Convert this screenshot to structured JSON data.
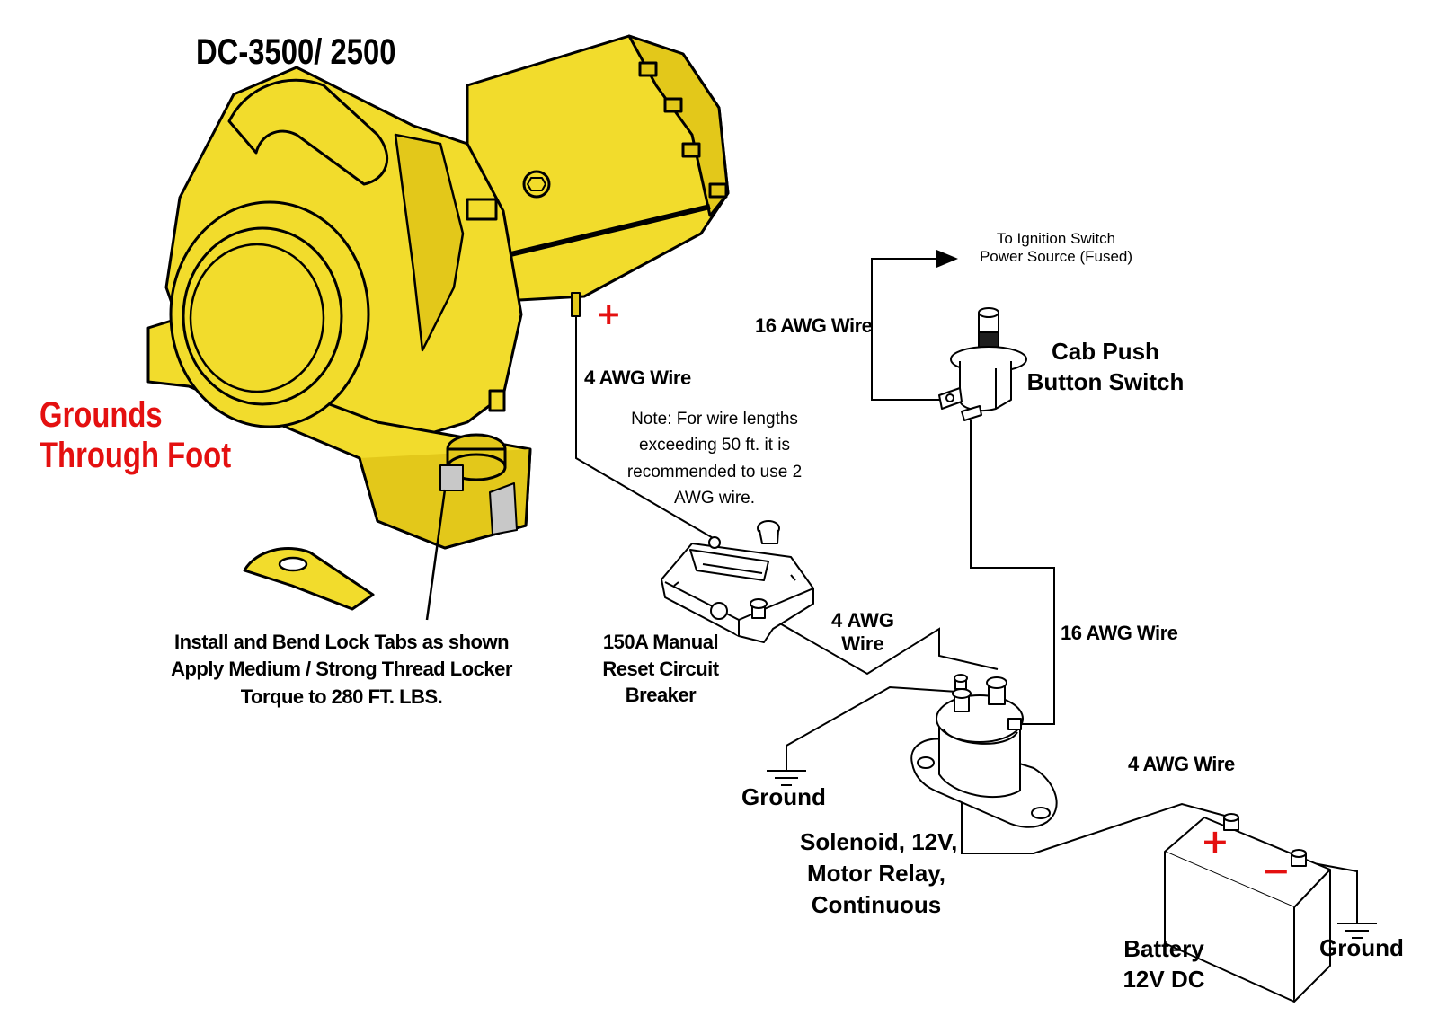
{
  "title": "DC-3500/ 2500",
  "labels": {
    "grounds": [
      "Grounds",
      "Through Foot"
    ],
    "install": [
      "Install and Bend Lock Tabs as shown",
      "Apply Medium / Strong Thread Locker",
      "Torque to 280 FT. LBS."
    ],
    "wire_4awg_top": "4 AWG Wire",
    "note": [
      "Note: For wire lengths",
      "exceeding 50 ft. it is",
      "recommended to use 2",
      "AWG wire."
    ],
    "breaker": [
      "150A Manual",
      "Reset Circuit",
      "Breaker"
    ],
    "wire_4awg_mid": [
      "4 AWG",
      "Wire"
    ],
    "wire_16awg_top": "16 AWG Wire",
    "ignition": [
      "To Ignition Switch",
      "Power Source (Fused)"
    ],
    "switch": [
      "Cab Push",
      "Button Switch"
    ],
    "wire_16awg_right": "16 AWG Wire",
    "ground_left": "Ground",
    "solenoid": [
      "Solenoid, 12V,",
      "Motor Relay,",
      "Continuous"
    ],
    "wire_4awg_battery": "4 AWG Wire",
    "battery": [
      "Battery",
      "12V DC"
    ],
    "ground_right": "Ground",
    "plus": "+",
    "minus": "−"
  },
  "colors": {
    "winch": "#f2dc2c",
    "winch_shade": "#e3c81a",
    "accent_red": "#e41010",
    "line": "#000000"
  },
  "icons": [
    "winch-icon",
    "lock-tab-icon",
    "circuit-breaker-icon",
    "push-button-switch-icon",
    "solenoid-icon",
    "battery-icon",
    "ground-symbol-icon",
    "arrow-right-icon"
  ]
}
